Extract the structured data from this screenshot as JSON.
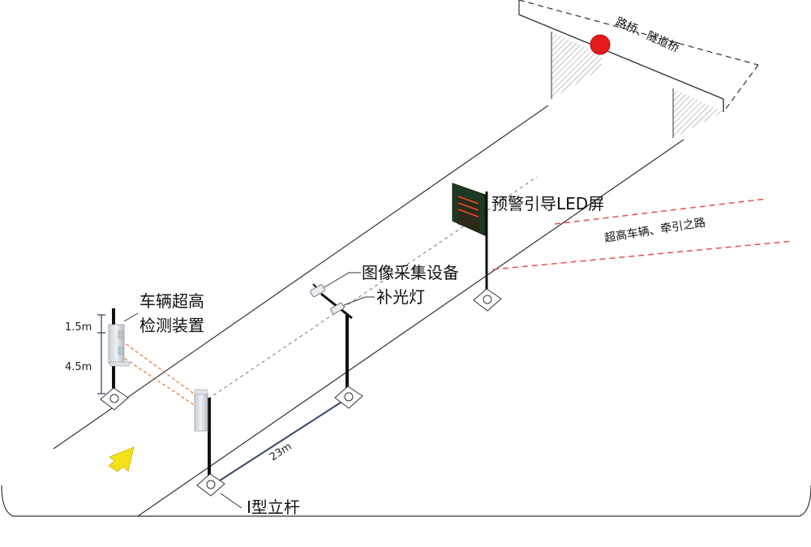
{
  "labels": {
    "bridge": "路桥、隧道桥",
    "led_screen": "预警引导LED屏",
    "detour": "超高车辆、牵引之路",
    "camera": "图像采集设备",
    "fill_light": "补光灯",
    "detector_line1": "车辆超高",
    "detector_line2": "检测装置",
    "pole": "I型立杆",
    "distance": "23m",
    "dim_top": "1.5m",
    "dim_bottom": "4.5m"
  },
  "colors": {
    "road_line": "#333333",
    "beam": "#e8722a",
    "warning_light": "#e31b1b",
    "arrow": "#f3e21a",
    "detour_line": "#e8504a",
    "distance_line": "#3a4a6a",
    "led_panel": "#1f3a22"
  },
  "icons": {
    "direction": "direction-arrow-icon",
    "warning": "warning-light-icon"
  }
}
